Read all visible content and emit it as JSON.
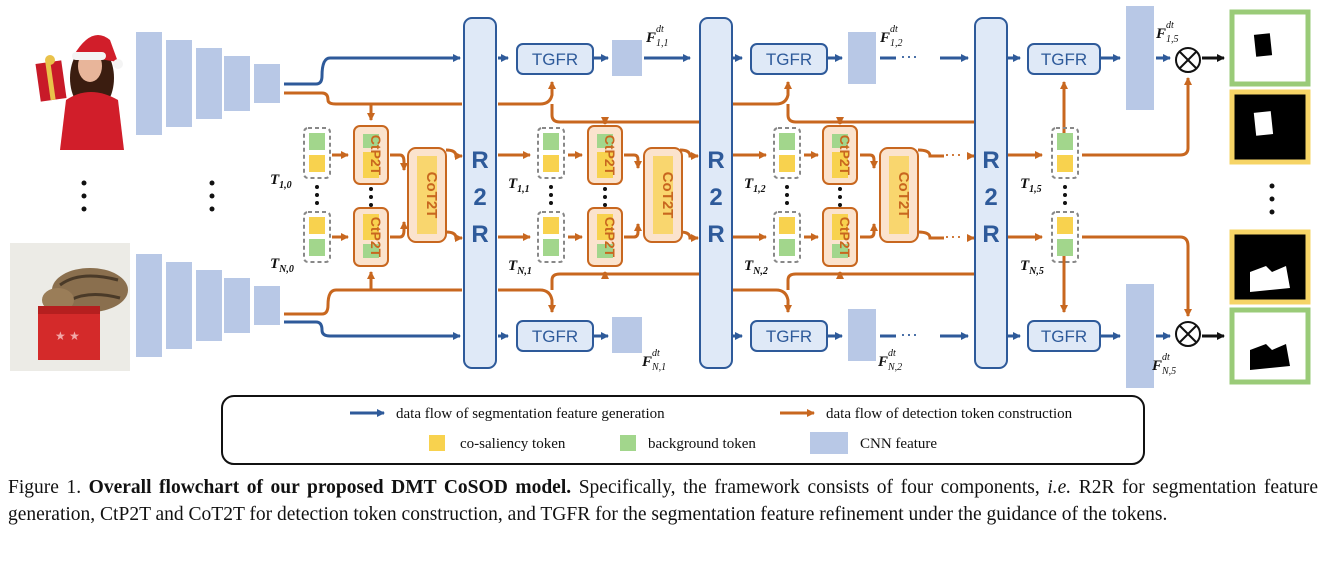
{
  "colors": {
    "blue_flow": "#2e5a9a",
    "orange_flow": "#c8671f",
    "cnn_feature": "#b8c8e6",
    "co_saliency_token": "#f8d24e",
    "background_token": "#a2d68c",
    "module_fill": "#dfe9f7",
    "orange_module_fill": "#fbe3cd",
    "output_green_border": "#9acb78",
    "output_yellow_border": "#f6d466"
  },
  "modules": {
    "r2r": "R2R",
    "tgfr": "TGFR",
    "ctp2t": "CtP2T",
    "cot2t": "CoT2T"
  },
  "labels": {
    "t_top": [
      "T",
      "1,0",
      "1,1",
      "1,2",
      "1,5"
    ],
    "t_bottom": [
      "T",
      "N,0",
      "N,1",
      "N,2",
      "N,5"
    ],
    "f_top": [
      "F",
      "dt",
      "1,1",
      "1,2",
      "1,5"
    ],
    "f_bottom": [
      "F",
      "dt",
      "N,1",
      "N,2",
      "N,5"
    ],
    "ellipsis": "···"
  },
  "images": {
    "input_top": "santa-hat-woman-photo",
    "input_bottom": "kitten-in-gift-box-photo",
    "output_masks": [
      "mask-top-1",
      "mask-top-2",
      "mask-bottom-1",
      "mask-bottom-2"
    ]
  },
  "legend": {
    "blue_flow": "data flow of segmentation feature generation",
    "orange_flow": "data flow of detection token construction",
    "co_saliency": "co-saliency token",
    "background": "background token",
    "cnn": "CNN feature"
  },
  "caption": {
    "figure_label": "Figure 1.",
    "title": "Overall flowchart of our proposed DMT CoSOD model.",
    "body_1": " Specifically, the framework consists of four components, ",
    "ie": "i.e.",
    "body_2": " R2R for segmentation feature generation, CtP2T and CoT2T for detection token construction, and TGFR for the segmentation feature refinement under the guidance of the tokens."
  }
}
